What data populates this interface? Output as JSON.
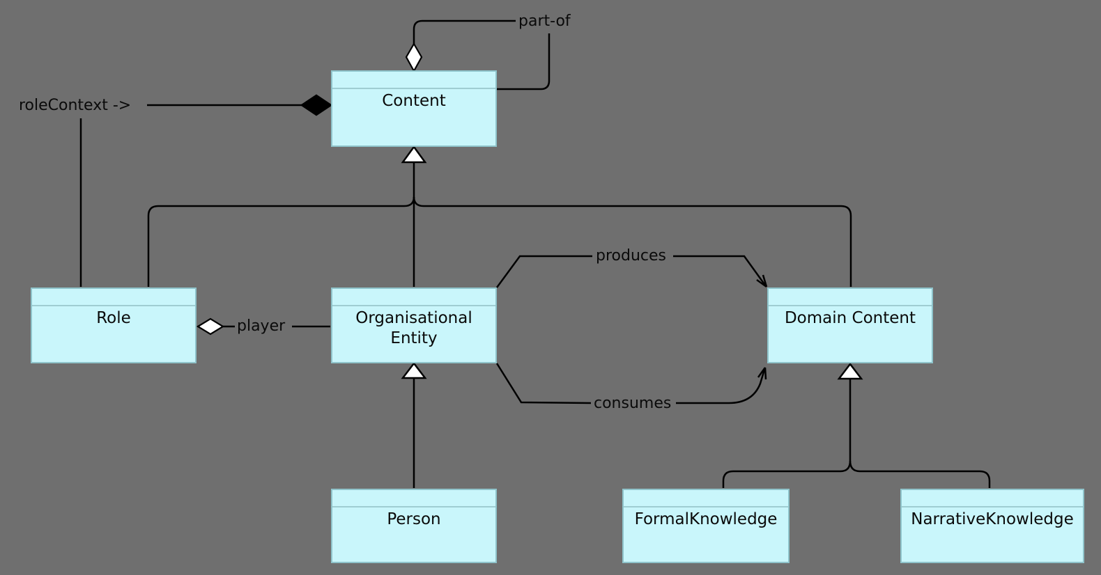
{
  "diagram": {
    "kind": "uml-class-diagram",
    "classes": [
      {
        "name": "Content"
      },
      {
        "name": "Role"
      },
      {
        "name": "Organisational Entity"
      },
      {
        "name": "Domain Content"
      },
      {
        "name": "Person"
      },
      {
        "name": "FormalKnowledge"
      },
      {
        "name": "NarrativeKnowledge"
      }
    ],
    "edges": [
      {
        "label": "part-of",
        "type": "aggregation",
        "from": "Content",
        "to": "Content"
      },
      {
        "label": "roleContext ->",
        "type": "composition",
        "from": "Role",
        "to": "Content"
      },
      {
        "label": "player",
        "type": "aggregation",
        "from": "Role",
        "to": "Organisational Entity"
      },
      {
        "label": "produces",
        "type": "association",
        "from": "Organisational Entity",
        "to": "Domain Content"
      },
      {
        "label": "consumes",
        "type": "association",
        "from": "Organisational Entity",
        "to": "Domain Content"
      },
      {
        "type": "generalization",
        "from": "Role",
        "to": "Content"
      },
      {
        "type": "generalization",
        "from": "Organisational Entity",
        "to": "Content"
      },
      {
        "type": "generalization",
        "from": "Domain Content",
        "to": "Content"
      },
      {
        "type": "generalization",
        "from": "Person",
        "to": "Organisational Entity"
      },
      {
        "type": "generalization",
        "from": "FormalKnowledge",
        "to": "Domain Content"
      },
      {
        "type": "generalization",
        "from": "NarrativeKnowledge",
        "to": "Domain Content"
      }
    ],
    "colors": {
      "background": "#6F6F6F",
      "class_fill": "#C9F6FB",
      "class_border": "#8FC4CB",
      "line": "#000000",
      "text": "#0A0A0A"
    }
  }
}
